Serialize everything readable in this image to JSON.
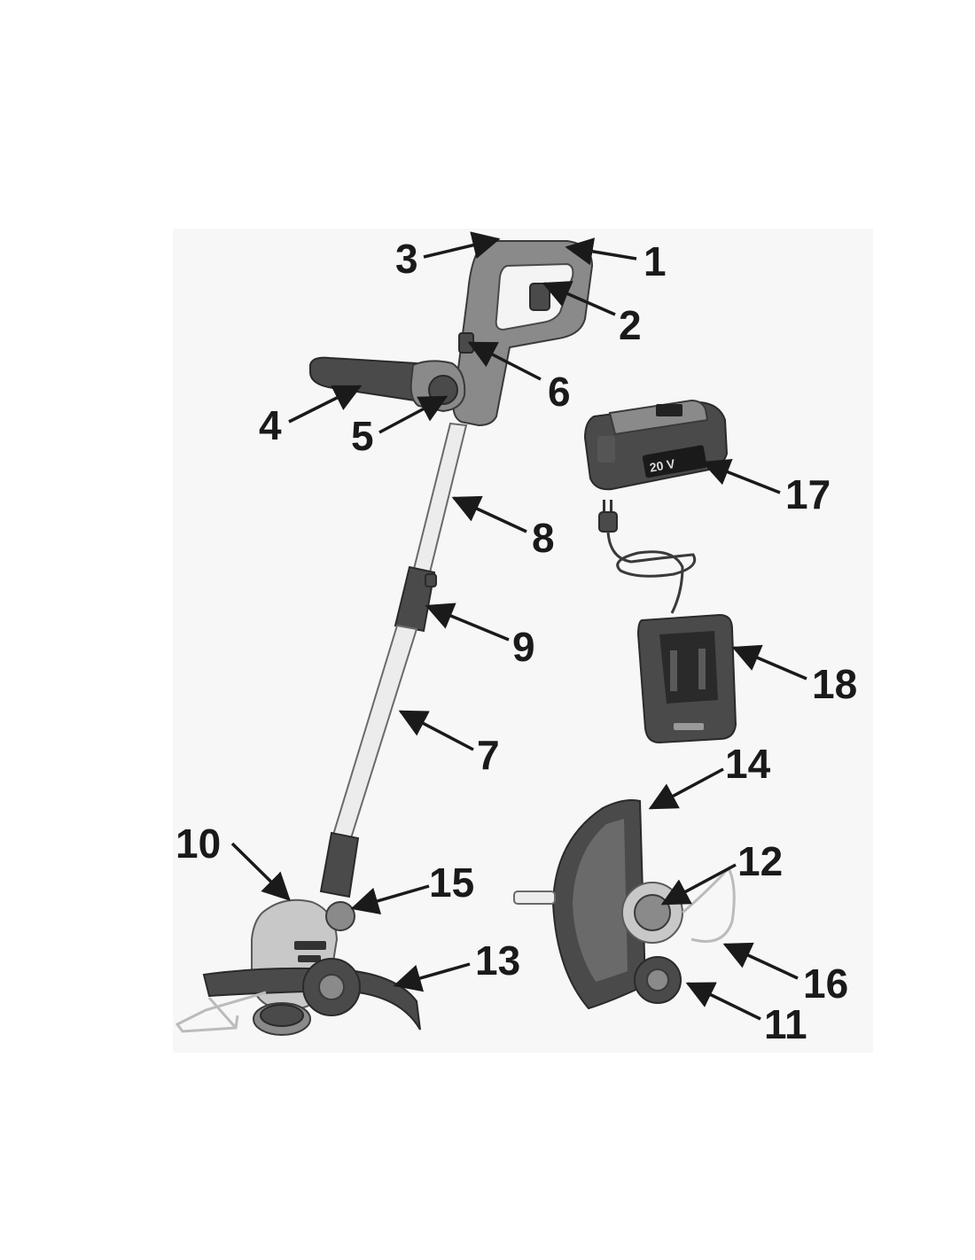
{
  "labels": {
    "l1": "1",
    "l2": "2",
    "l3": "3",
    "l4": "4",
    "l5": "5",
    "l6": "6",
    "l7": "7",
    "l8": "8",
    "l9": "9",
    "l10": "10",
    "l11": "11",
    "l12": "12",
    "l13": "13",
    "l14": "14",
    "l15": "15",
    "l16": "16",
    "l17": "17",
    "l18": "18"
  },
  "battery_marking": "20 V"
}
